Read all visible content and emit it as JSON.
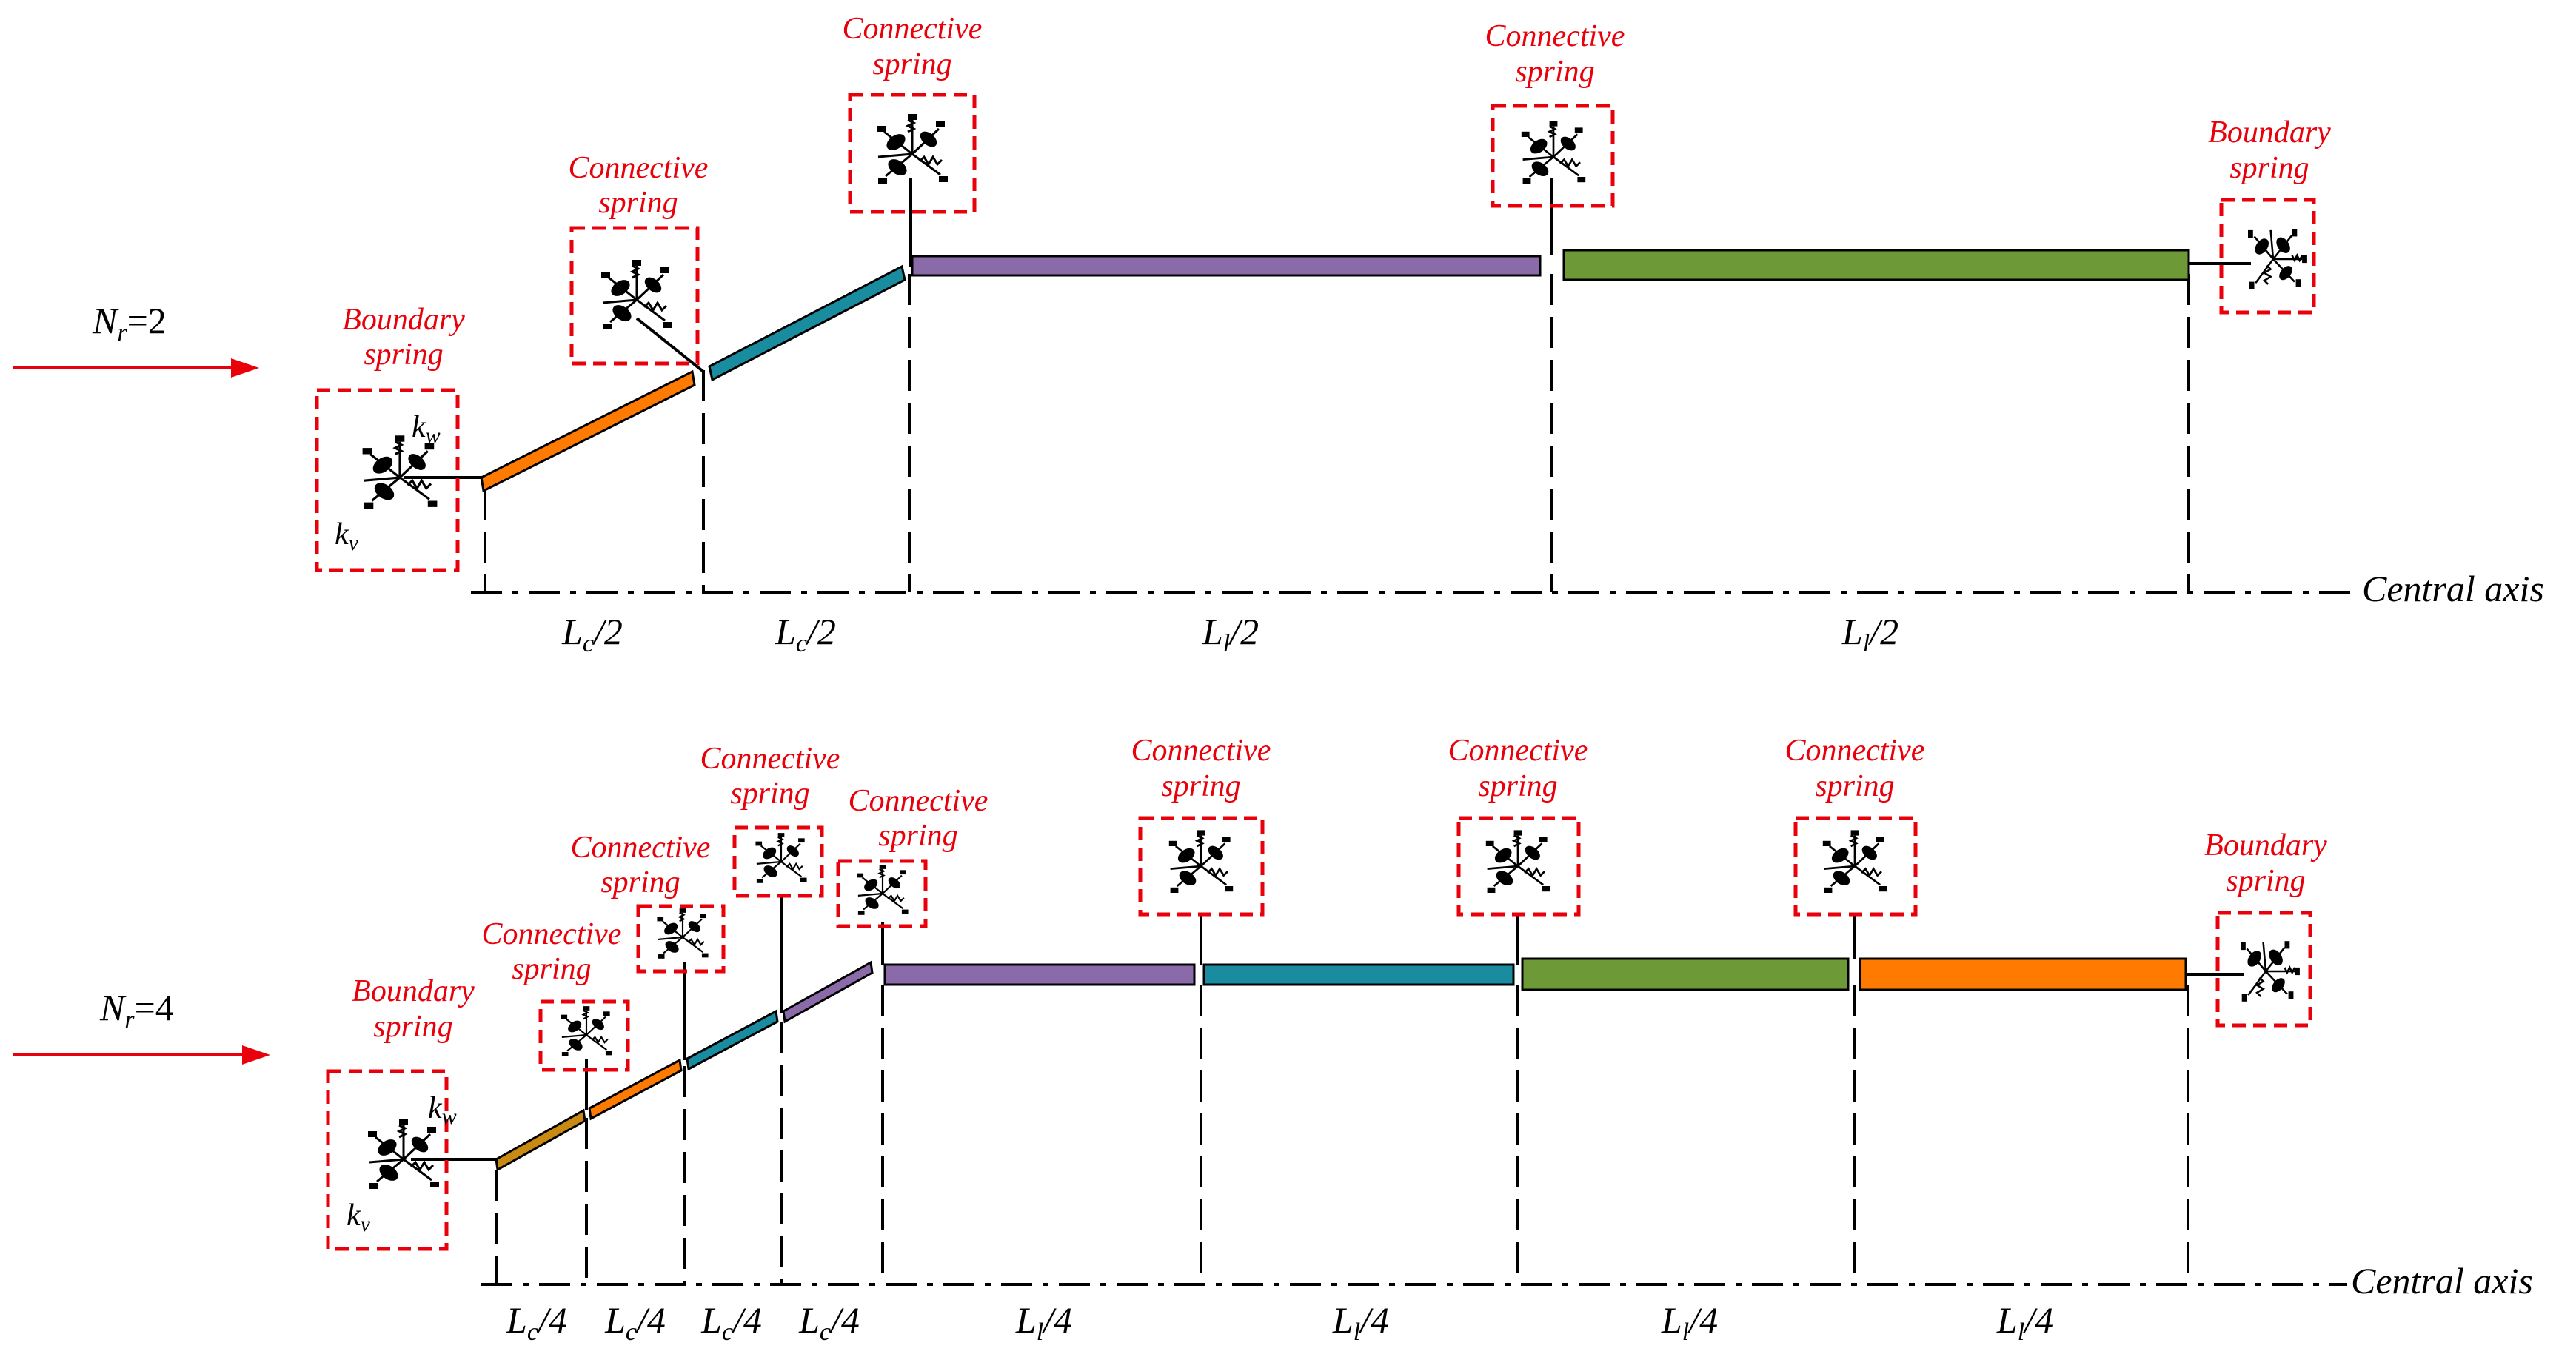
{
  "labels": {
    "connective": [
      "Connective",
      "spring"
    ],
    "boundary": [
      "Boundary",
      "spring"
    ],
    "central_axis": "Central axis",
    "kw_base": "k",
    "kw_sub": "w",
    "kv_base": "k",
    "kv_sub": "v"
  },
  "panel_top": {
    "nr_base": "N",
    "nr_sub": "r",
    "nr_value": "=2",
    "dims": [
      {
        "base": "L",
        "sub": "c",
        "frac": "/2"
      },
      {
        "base": "L",
        "sub": "c",
        "frac": "/2"
      },
      {
        "base": "L",
        "sub": "l",
        "frac": "/2"
      },
      {
        "base": "L",
        "sub": "l",
        "frac": "/2"
      }
    ]
  },
  "panel_bottom": {
    "nr_base": "N",
    "nr_sub": "r",
    "nr_value": "=4",
    "dims": [
      {
        "base": "L",
        "sub": "c",
        "frac": "/4"
      },
      {
        "base": "L",
        "sub": "c",
        "frac": "/4"
      },
      {
        "base": "L",
        "sub": "c",
        "frac": "/4"
      },
      {
        "base": "L",
        "sub": "c",
        "frac": "/4"
      },
      {
        "base": "L",
        "sub": "l",
        "frac": "/4"
      },
      {
        "base": "L",
        "sub": "l",
        "frac": "/4"
      },
      {
        "base": "L",
        "sub": "l",
        "frac": "/4"
      },
      {
        "base": "L",
        "sub": "l",
        "frac": "/4"
      }
    ]
  },
  "colors": {
    "spring_box": "#e8000b",
    "arrow": "#e8000b",
    "orange": "#ff7a00",
    "teal": "#1a8ca0",
    "purple": "#8a6aa8",
    "green": "#6d9a36",
    "gold": "#c88a12"
  }
}
